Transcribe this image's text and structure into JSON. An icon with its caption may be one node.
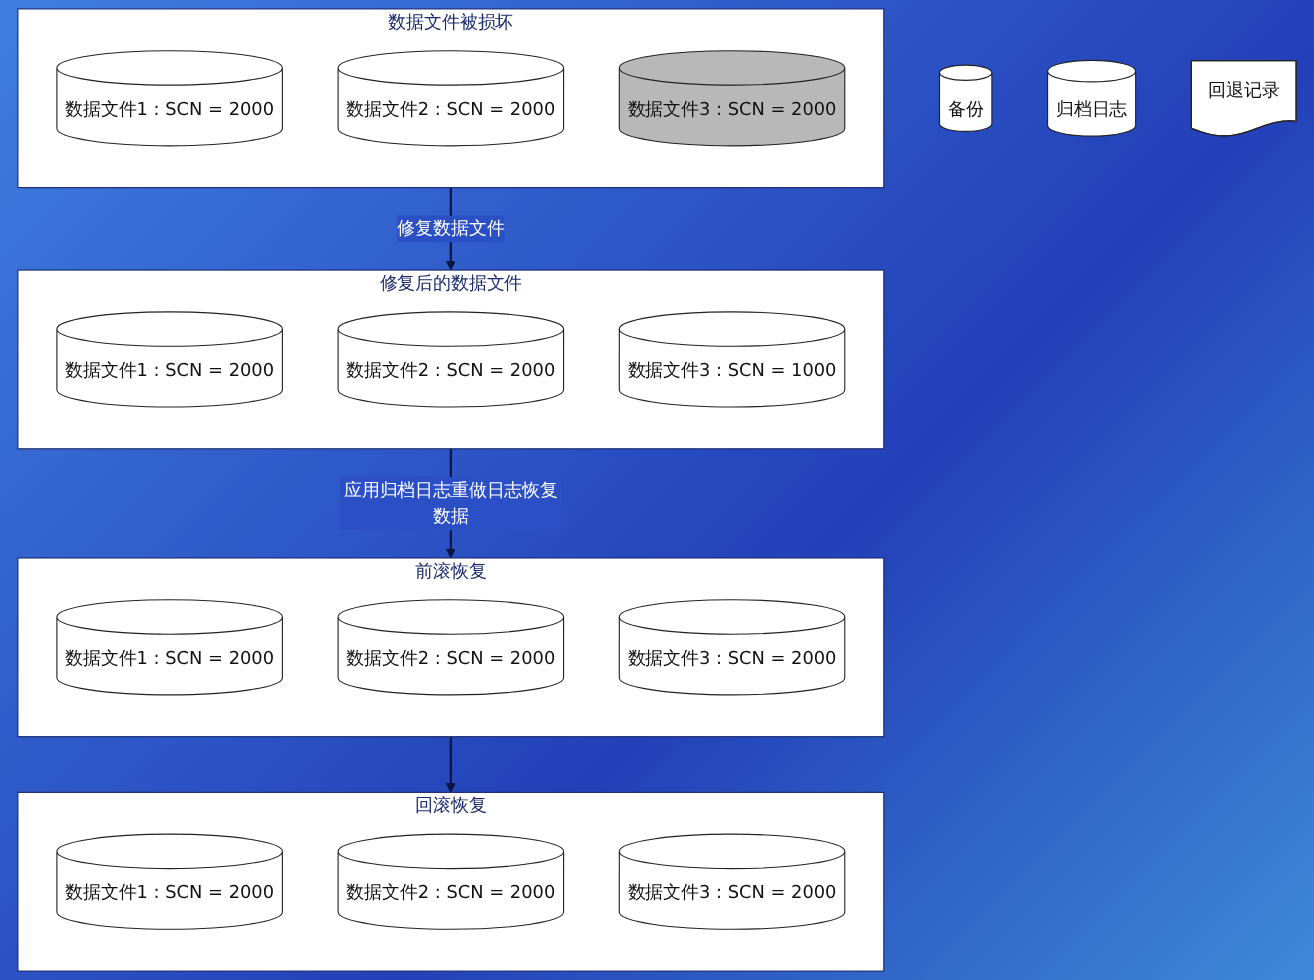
{
  "diagram": {
    "nodes": [
      {
        "text": [
          "数据文件被损坏"
        ]
      },
      {
        "text": [
          "数据文件1 : SCN = 2000"
        ],
        "in": 0
      },
      {
        "text": [
          "数据文件2 : SCN = 2000"
        ],
        "in": 0
      },
      {
        "text": [
          "数据文件3 : SCN = 2000"
        ],
        "in": 0
      },
      {
        "text": [
          "备份"
        ]
      },
      {
        "text": [
          "修复后的数据文件"
        ]
      },
      {
        "text": [
          "数据文件1 : SCN = 2000"
        ],
        "in": 5
      },
      {
        "text": [
          "数据文件2 : SCN = 2000"
        ],
        "in": 5
      },
      {
        "text": [
          "数据文件3 : SCN = 1000"
        ],
        "in": 5
      },
      {
        "text": [
          "归档日志"
        ]
      },
      {
        "text": [
          "前滚恢复"
        ]
      },
      {
        "text": [
          "数据文件1 : SCN = 2000"
        ],
        "in": 10
      },
      {
        "text": [
          "数据文件2 : SCN = 2000"
        ],
        "in": 10
      },
      {
        "text": [
          "数据文件3 : SCN = 2000"
        ],
        "in": 10
      },
      {
        "text": [
          "回退记录"
        ]
      },
      {
        "text": [
          "回滚恢复"
        ]
      },
      {
        "text": [
          "数据文件1 : SCN = 2000"
        ],
        "in": 15
      },
      {
        "text": [
          "数据文件2 : SCN = 2000"
        ],
        "in": 15
      },
      {
        "text": [
          "数据文件3 : SCN = 2000"
        ],
        "in": 15
      }
    ],
    "edges": [
      {
        "from": 0,
        "to": 5,
        "arrow": "to",
        "label": "修复数据文件"
      },
      {
        "from": 5,
        "to": 10,
        "arrow": "to",
        "label": "应用归档日志重做日志恢复数据"
      },
      {
        "from": 10,
        "to": 15,
        "arrow": "to"
      }
    ]
  }
}
